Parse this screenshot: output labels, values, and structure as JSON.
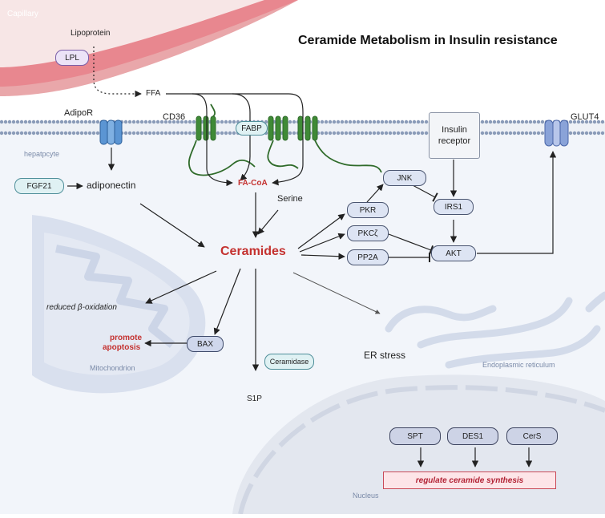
{
  "title": "Ceramide Metabolism in Insulin resistance",
  "regions": {
    "capillary": "Capillary",
    "hepatocyte": "hepatpcyte",
    "mitochondrion": "Mitochondrion",
    "er": "Endoplasmic reticulum",
    "nucleus": "Nucleus"
  },
  "labels": {
    "lipoprotein": "Lipoprotein",
    "ffa": "FFA",
    "adipor": "AdipoR",
    "cd36": "CD36",
    "glut4": "GLUT4",
    "adiponectin": "adiponectin",
    "fa_coa": "FA-CoA",
    "serine": "Serine",
    "ceramides": "Ceramides",
    "reduced_beta_oxidation": "reduced  β-oxidation",
    "promote_apoptosis_1": "promote",
    "promote_apoptosis_2": "apoptosis",
    "s1p": "S1P",
    "er_stress": "ER stress"
  },
  "nodes": {
    "lpl": "LPL",
    "fabp": "FABP",
    "fgf21": "FGF21",
    "insulin_receptor_1": "Insulin",
    "insulin_receptor_2": "receptor",
    "jnk": "JNK",
    "pkr": "PKR",
    "irs1": "IRS1",
    "pkc_zeta": "PKCζ",
    "pp2a": "PP2A",
    "akt": "AKT",
    "bax": "BAX",
    "ceramidase": "Ceramidase",
    "spt": "SPT",
    "des1": "DES1",
    "cers": "CerS"
  },
  "result": "regulate ceramide synthesis",
  "colors": {
    "capillary": "#e8878f",
    "membrane_head": "#8a9bb8",
    "cell_bg": "#f2f5fa",
    "organelle": "#d9e0ee",
    "ceramides": "#c4312f",
    "receptor_blue": "#5b95d3",
    "cd36_green": "#2f6b2a",
    "glut4": "#8aa3d8"
  },
  "icons": [
    "adipor-channel-icon",
    "cd36-receptor-icon",
    "glut4-transporter-icon",
    "dotted-arrow-icon"
  ]
}
